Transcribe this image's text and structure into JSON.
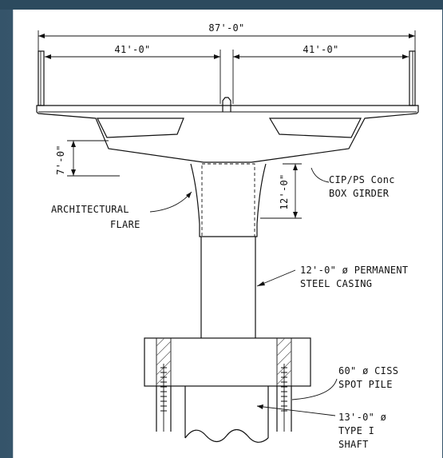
{
  "diagram": {
    "overall_width": "87'-0\"",
    "left_span": "41'-0\"",
    "right_span": "41'-0\"",
    "girder_depth": "7'-0\"",
    "flare_height": "12'-0\"",
    "labels": {
      "girder_line1": "CIP/PS Conc",
      "girder_line2": "BOX GIRDER",
      "flare_line1": "ARCHITECTURAL",
      "flare_line2": "FLARE",
      "casing_line1": "12'-0\" ø PERMANENT",
      "casing_line2": "STEEL CASING",
      "pile_line1": "60\" ø CISS",
      "pile_line2": "SPOT PILE",
      "shaft_line1": "13'-0\" ø",
      "shaft_line2": "TYPE I",
      "shaft_line3": "SHAFT"
    }
  },
  "colors": {
    "frame": "#3f5f74",
    "line": "#111111",
    "background": "#ffffff"
  }
}
